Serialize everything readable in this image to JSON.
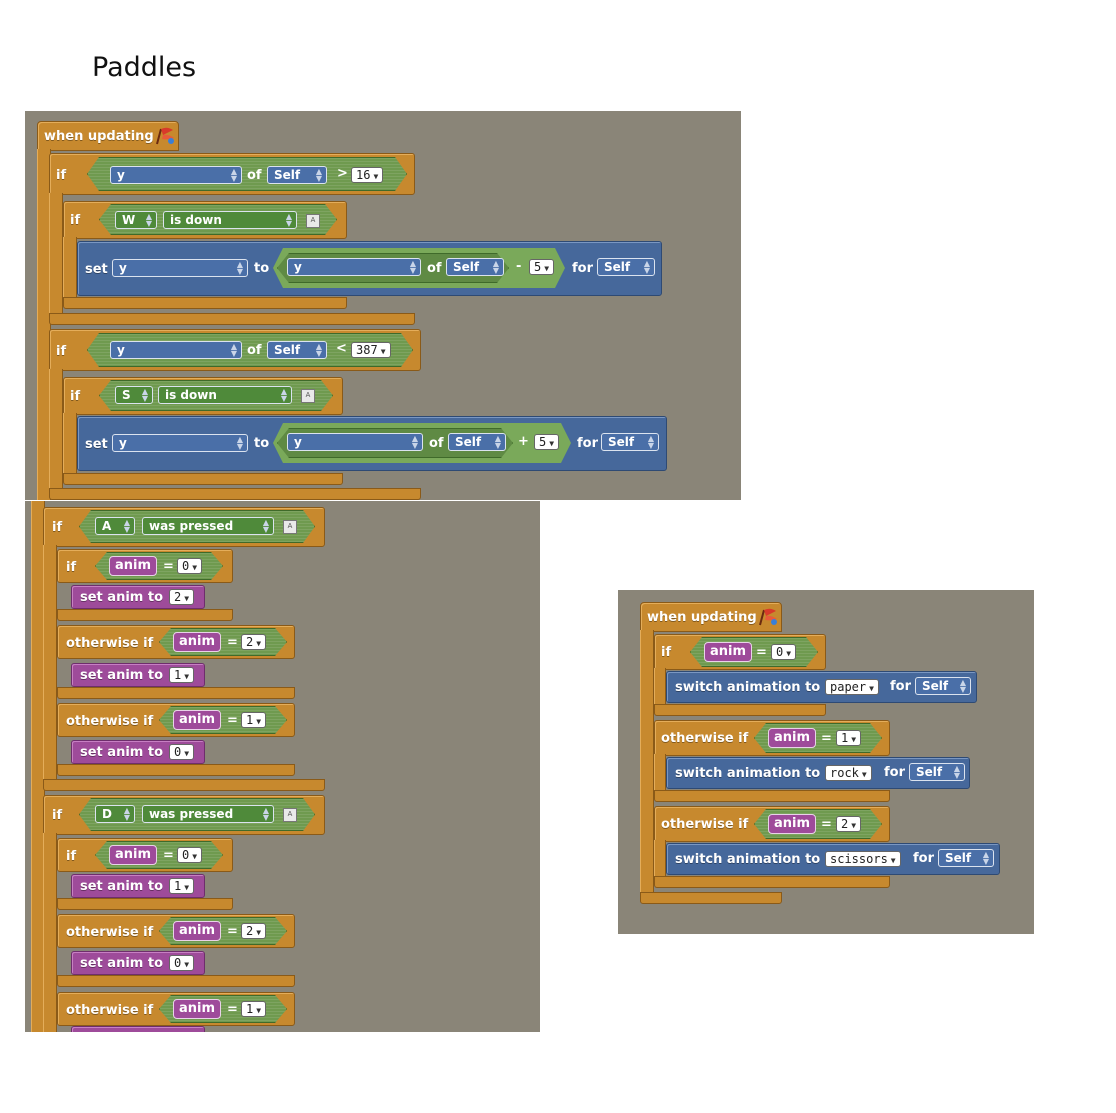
{
  "page_title": "Paddles",
  "colors": {
    "canvas_bg": "#8a8578",
    "control_block": "#c7892e",
    "motion_block": "#46689b",
    "variable_block": "#9e4b9a",
    "operator_block": "#6f9a4f"
  },
  "icons": [
    "flag-icon",
    "key-icon",
    "dropdown-arrow-icon",
    "spinner-icon"
  ],
  "paddles_script": {
    "hat": "when updating",
    "if_label": "if",
    "of_label": "of",
    "set_label": "set",
    "to_label": "to",
    "for_label": "for",
    "is_down_label": "is down",
    "prop_y": "y",
    "self": "Self",
    "gt": ">",
    "lt": "<",
    "minus": "-",
    "plus": "+",
    "limit_top": "16",
    "limit_bottom": "387",
    "key_w": "W",
    "key_s": "S",
    "step": "5"
  },
  "anim_script": {
    "if_label": "if",
    "otherwise_if": "otherwise if",
    "was_pressed": "was pressed",
    "anim": "anim",
    "eq": "=",
    "set_anim_to": "set anim to",
    "key_a": "A",
    "key_d": "D",
    "v0": "0",
    "v1": "1",
    "v2": "2"
  },
  "switch_script": {
    "hat": "when updating",
    "if_label": "if",
    "otherwise_if": "otherwise if",
    "anim": "anim",
    "eq": "=",
    "switch_to": "switch animation to",
    "for_label": "for",
    "self": "Self",
    "paper": "paper",
    "rock": "rock",
    "scissors": "scissors",
    "v0": "0",
    "v1": "1",
    "v2": "2"
  }
}
